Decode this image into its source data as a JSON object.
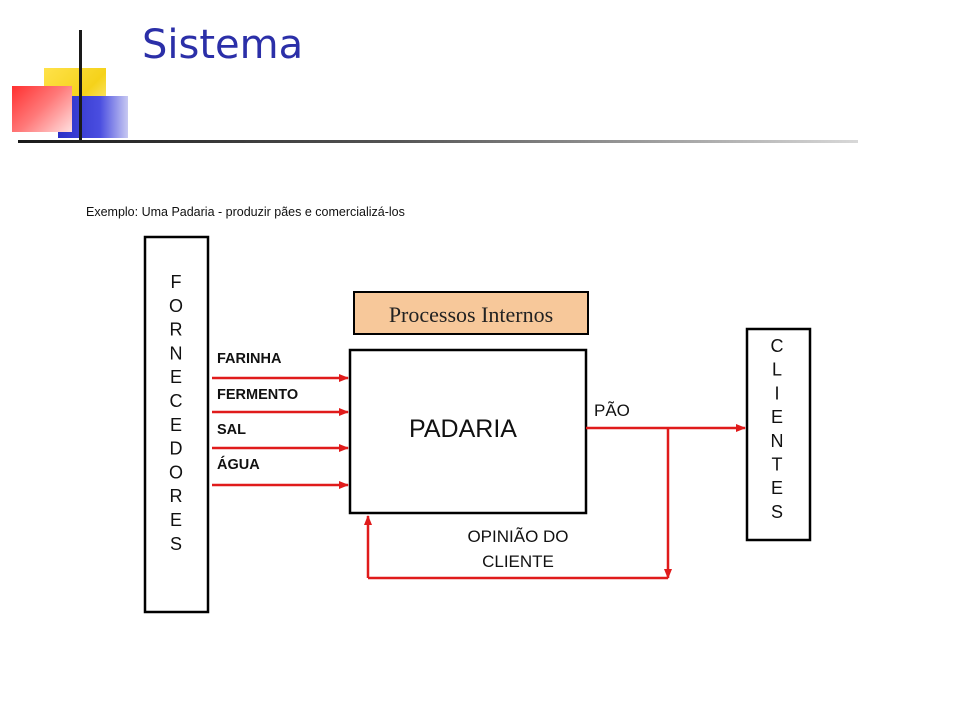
{
  "slide": {
    "title": "Sistema"
  },
  "diagram": {
    "caption": "Exemplo: Uma Padaria - produzir pães e comercializá-los",
    "suppliers": [
      "F",
      "O",
      "R",
      "N",
      "E",
      "C",
      "E",
      "D",
      "O",
      "R",
      "E",
      "S"
    ],
    "clients": [
      "C",
      "L",
      "I",
      "E",
      "N",
      "T",
      "E",
      "S"
    ],
    "internal_label": "Processos Internos",
    "center_label": "PADARIA",
    "inputs": [
      "FARINHA",
      "FERMENTO",
      "SAL",
      "ÁGUA"
    ],
    "output_label": "PÃO",
    "feedback_line1": "OPINIÃO DO",
    "feedback_line2": "CLIENTE",
    "colors": {
      "arrow": "#e01b1b",
      "internal_fill": "#f7c89a",
      "title": "#2b2fa8"
    }
  }
}
